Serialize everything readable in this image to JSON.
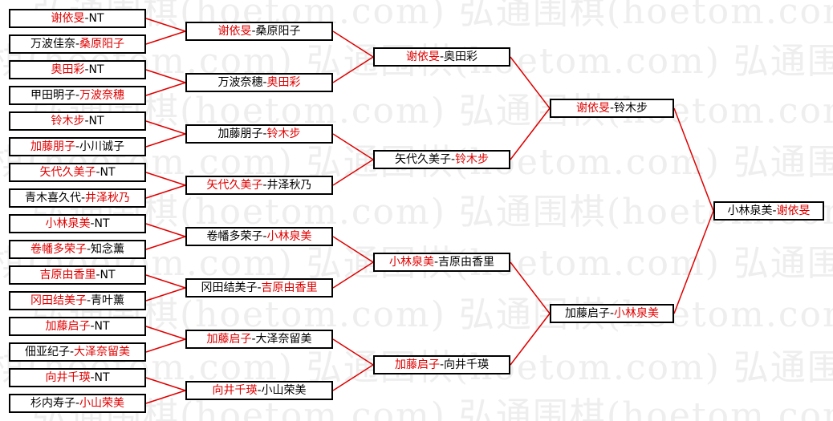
{
  "watermark": "弘通围棋(hoetom.com)",
  "rounds": [
    [
      [
        {
          "t": "谢依旻",
          "win": true
        },
        {
          "t": "NT",
          "win": false
        }
      ],
      [
        {
          "t": "万波佳奈",
          "win": false
        },
        {
          "t": "桑原阳子",
          "win": true
        }
      ],
      [
        {
          "t": "奥田彩",
          "win": true
        },
        {
          "t": "NT",
          "win": false
        }
      ],
      [
        {
          "t": "甲田明子",
          "win": false
        },
        {
          "t": "万波奈穗",
          "win": true
        }
      ],
      [
        {
          "t": "铃木步",
          "win": true
        },
        {
          "t": "NT",
          "win": false
        }
      ],
      [
        {
          "t": "加藤朋子",
          "win": true
        },
        {
          "t": "小川诚子",
          "win": false
        }
      ],
      [
        {
          "t": "矢代久美子",
          "win": true
        },
        {
          "t": "NT",
          "win": false
        }
      ],
      [
        {
          "t": "青木喜久代",
          "win": false
        },
        {
          "t": "井泽秋乃",
          "win": true
        }
      ],
      [
        {
          "t": "小林泉美",
          "win": true
        },
        {
          "t": "NT",
          "win": false
        }
      ],
      [
        {
          "t": "卷幡多荣子",
          "win": true
        },
        {
          "t": "知念薰",
          "win": false
        }
      ],
      [
        {
          "t": "吉原由香里",
          "win": true
        },
        {
          "t": "NT",
          "win": false
        }
      ],
      [
        {
          "t": "冈田结美子",
          "win": true
        },
        {
          "t": "青叶薰",
          "win": false
        }
      ],
      [
        {
          "t": "加藤启子",
          "win": true
        },
        {
          "t": "NT",
          "win": false
        }
      ],
      [
        {
          "t": "佃亚纪子",
          "win": false
        },
        {
          "t": "大泽奈留美",
          "win": true
        }
      ],
      [
        {
          "t": "向井千瑛",
          "win": true
        },
        {
          "t": "NT",
          "win": false
        }
      ],
      [
        {
          "t": "杉内寿子",
          "win": false
        },
        {
          "t": "小山荣美",
          "win": true
        }
      ]
    ],
    [
      [
        {
          "t": "谢依旻",
          "win": true
        },
        {
          "t": "桑原阳子",
          "win": false
        }
      ],
      [
        {
          "t": "万波奈穗",
          "win": false
        },
        {
          "t": "奥田彩",
          "win": true
        }
      ],
      [
        {
          "t": "加藤朋子",
          "win": false
        },
        {
          "t": "铃木步",
          "win": true
        }
      ],
      [
        {
          "t": "矢代久美子",
          "win": true
        },
        {
          "t": "井泽秋乃",
          "win": false
        }
      ],
      [
        {
          "t": "卷幡多荣子",
          "win": false
        },
        {
          "t": "小林泉美",
          "win": true
        }
      ],
      [
        {
          "t": "冈田结美子",
          "win": false
        },
        {
          "t": "吉原由香里",
          "win": true
        }
      ],
      [
        {
          "t": "加藤启子",
          "win": true
        },
        {
          "t": "大泽奈留美",
          "win": false
        }
      ],
      [
        {
          "t": "向井千瑛",
          "win": true
        },
        {
          "t": "小山荣美",
          "win": false
        }
      ]
    ],
    [
      [
        {
          "t": "谢依旻",
          "win": true
        },
        {
          "t": "奥田彩",
          "win": false
        }
      ],
      [
        {
          "t": "矢代久美子",
          "win": false
        },
        {
          "t": "铃木步",
          "win": true
        }
      ],
      [
        {
          "t": "小林泉美",
          "win": true
        },
        {
          "t": "吉原由香里",
          "win": false
        }
      ],
      [
        {
          "t": "加藤启子",
          "win": true
        },
        {
          "t": "向井千瑛",
          "win": false
        }
      ]
    ],
    [
      [
        {
          "t": "谢依旻",
          "win": true
        },
        {
          "t": "铃木步",
          "win": false
        }
      ],
      [
        {
          "t": "加藤启子",
          "win": false
        },
        {
          "t": "小林泉美",
          "win": true
        }
      ]
    ],
    [
      [
        {
          "t": "小林泉美",
          "win": false
        },
        {
          "t": "谢依旻",
          "win": true
        }
      ]
    ]
  ],
  "separator": "-",
  "colors": {
    "winner": "#e00000",
    "normal": "#000000",
    "connector": "#e00000",
    "border": "#000000"
  }
}
